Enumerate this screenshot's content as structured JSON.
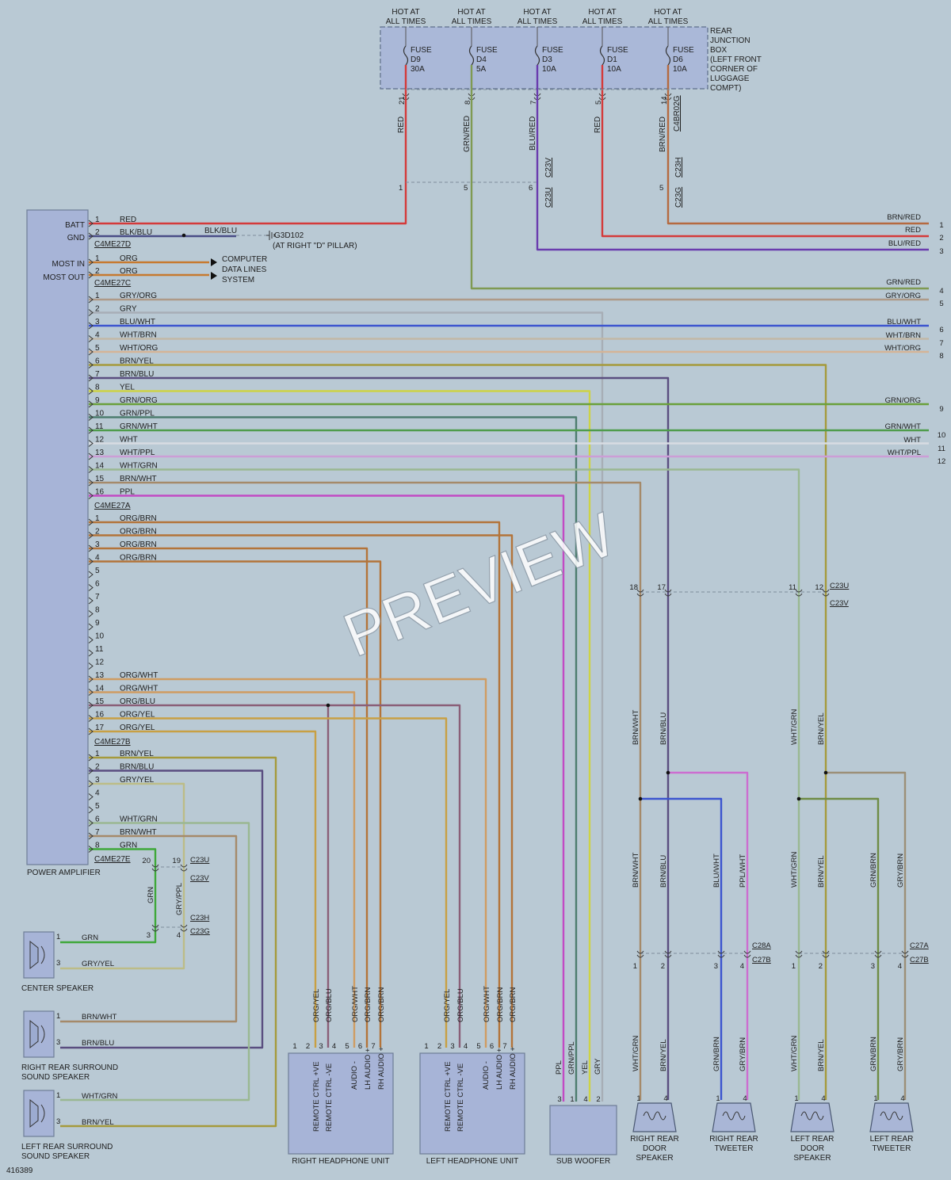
{
  "diagram_id": "416389",
  "colors": {
    "RED": "#d43a3a",
    "GRN/RED": "#7f9a52",
    "BLU/RED": "#6a3cae",
    "BRN/RED": "#b56a40",
    "BLK/BLU": "#4a4c86",
    "ORG": "#c77a30",
    "GRY/ORG": "#ae9a88",
    "GRY": "#a7aeb6",
    "BLU/WHT": "#3c55cf",
    "WHT/BRN": "#c2b8a6",
    "WHT/ORG": "#d4b497",
    "BRN/YEL": "#a59a3c",
    "BRN/BLU": "#5a4e80",
    "YEL": "#cdd346",
    "GRN/ORG": "#6aa03a",
    "GRN/PPL": "#4d7d6e",
    "GRN/WHT": "#4f9c4c",
    "WHT": "#d8dce2",
    "WHT/PPL": "#cc9ed6",
    "WHT/GRN": "#9ab892",
    "BRN/WHT": "#a58a6a",
    "PPL": "#c24ac4",
    "ORG/BRN": "#b3743a",
    "ORG/WHT": "#cf9c62",
    "ORG/BLU": "#8a5f78",
    "ORG/YEL": "#c8a044",
    "ORG/RED": "#b85f3c",
    "GRN": "#3fa83a",
    "GRY/YEL": "#bcbc88",
    "GRN/BRN": "#6f8c45",
    "GRY/BRN": "#9c9078",
    "GRY/PPL": "#a898b4",
    "PPL/WHT": "#cc6ed0"
  },
  "junction_box": {
    "lines": [
      "REAR",
      "JUNCTION",
      "BOX",
      "(LEFT FRONT",
      "CORNER OF",
      "LUGGAGE",
      "COMPT)"
    ],
    "hot_label": [
      "HOT AT",
      "ALL TIMES"
    ],
    "fuses": [
      {
        "label": "FUSE",
        "id": "D9",
        "amp": "30A",
        "pin": "21",
        "wire": "RED",
        "pin2": "1"
      },
      {
        "label": "FUSE",
        "id": "D4",
        "amp": "5A",
        "pin": "8",
        "wire": "GRN/RED",
        "pin2": "5"
      },
      {
        "label": "FUSE",
        "id": "D3",
        "amp": "10A",
        "pin": "7",
        "wire": "BLU/RED",
        "pin2": "6"
      },
      {
        "label": "FUSE",
        "id": "D1",
        "amp": "10A",
        "pin": "5",
        "wire": "RED",
        "pin2": ""
      },
      {
        "label": "FUSE",
        "id": "D6",
        "amp": "10A",
        "pin": "14",
        "wire": "BRN/RED",
        "pin2": "5"
      }
    ],
    "connectors": [
      "C4BR02G",
      "C23V",
      "C23U",
      "C23H",
      "C23G"
    ]
  },
  "amplifier": {
    "name": "POWER AMPLIFIER",
    "side_labels": [
      "BATT",
      "GND",
      "MOST IN",
      "MOST OUT"
    ],
    "connectors": [
      "C4ME27D",
      "C4ME27C",
      "C4ME27A",
      "C4ME27B",
      "C4ME27E"
    ],
    "d_pins": [
      {
        "pin": "1",
        "wire": "RED"
      },
      {
        "pin": "2",
        "wire": "BLK/BLU"
      }
    ],
    "c_pins": [
      {
        "pin": "1",
        "wire": "ORG"
      },
      {
        "pin": "2",
        "wire": "ORG"
      }
    ],
    "a_pins": [
      {
        "pin": "1",
        "wire": "GRY/ORG"
      },
      {
        "pin": "2",
        "wire": "GRY"
      },
      {
        "pin": "3",
        "wire": "BLU/WHT"
      },
      {
        "pin": "4",
        "wire": "WHT/BRN"
      },
      {
        "pin": "5",
        "wire": "WHT/ORG"
      },
      {
        "pin": "6",
        "wire": "BRN/YEL"
      },
      {
        "pin": "7",
        "wire": "BRN/BLU"
      },
      {
        "pin": "8",
        "wire": "YEL"
      },
      {
        "pin": "9",
        "wire": "GRN/ORG"
      },
      {
        "pin": "10",
        "wire": "GRN/PPL"
      },
      {
        "pin": "11",
        "wire": "GRN/WHT"
      },
      {
        "pin": "12",
        "wire": "WHT"
      },
      {
        "pin": "13",
        "wire": "WHT/PPL"
      },
      {
        "pin": "14",
        "wire": "WHT/GRN"
      },
      {
        "pin": "15",
        "wire": "BRN/WHT"
      },
      {
        "pin": "16",
        "wire": "PPL"
      }
    ],
    "b_pins": [
      {
        "pin": "1",
        "wire": "ORG/BRN"
      },
      {
        "pin": "2",
        "wire": "ORG/BRN"
      },
      {
        "pin": "3",
        "wire": "ORG/BRN"
      },
      {
        "pin": "4",
        "wire": "ORG/BRN"
      },
      {
        "pin": "5",
        "wire": ""
      },
      {
        "pin": "6",
        "wire": ""
      },
      {
        "pin": "7",
        "wire": ""
      },
      {
        "pin": "8",
        "wire": ""
      },
      {
        "pin": "9",
        "wire": ""
      },
      {
        "pin": "10",
        "wire": ""
      },
      {
        "pin": "11",
        "wire": ""
      },
      {
        "pin": "12",
        "wire": ""
      },
      {
        "pin": "13",
        "wire": "ORG/WHT"
      },
      {
        "pin": "14",
        "wire": "ORG/WHT"
      },
      {
        "pin": "15",
        "wire": "ORG/BLU"
      },
      {
        "pin": "16",
        "wire": "ORG/YEL"
      },
      {
        "pin": "17",
        "wire": "ORG/YEL"
      }
    ],
    "e_pins": [
      {
        "pin": "1",
        "wire": "BRN/YEL"
      },
      {
        "pin": "2",
        "wire": "BRN/BLU"
      },
      {
        "pin": "3",
        "wire": "GRY/YEL"
      },
      {
        "pin": "4",
        "wire": ""
      },
      {
        "pin": "5",
        "wire": ""
      },
      {
        "pin": "6",
        "wire": "WHT/GRN"
      },
      {
        "pin": "7",
        "wire": "BRN/WHT"
      },
      {
        "pin": "8",
        "wire": "GRN"
      }
    ]
  },
  "ground": {
    "wire": "BLK/BLU",
    "id": "G3D102",
    "location": "(AT RIGHT \"D\" PILLAR)"
  },
  "most": {
    "lines": [
      "COMPUTER",
      "DATA LINES",
      "SYSTEM"
    ]
  },
  "right_edge": [
    {
      "num": "1",
      "wire": "BRN/RED"
    },
    {
      "num": "2",
      "wire": "RED"
    },
    {
      "num": "3",
      "wire": "BLU/RED"
    },
    {
      "num": "4",
      "wire": "GRN/RED"
    },
    {
      "num": "5",
      "wire": "GRY/ORG"
    },
    {
      "num": "6",
      "wire": "BLU/WHT"
    },
    {
      "num": "7",
      "wire": "WHT/BRN"
    },
    {
      "num": "8",
      "wire": "WHT/ORG"
    },
    {
      "num": "9",
      "wire": "GRN/ORG"
    },
    {
      "num": "10",
      "wire": "GRN/WHT"
    },
    {
      "num": "11",
      "wire": "WHT"
    },
    {
      "num": "12",
      "wire": "WHT/PPL"
    }
  ],
  "inline_connectors": {
    "upper_pins": [
      "18",
      "17",
      "11",
      "12"
    ],
    "upper_labels": [
      "C23U",
      "C23V"
    ],
    "left_pins": [
      "20",
      "19",
      "3",
      "4"
    ],
    "left_labels": [
      "C23U",
      "C23V",
      "C23H",
      "C23G"
    ],
    "left_wires": [
      "GRN",
      "GRY/PPL"
    ],
    "door_pins": [
      "1",
      "2",
      "3",
      "4",
      "1",
      "2",
      "3",
      "4"
    ],
    "door_labels": [
      "C28A",
      "C27B",
      "C27A",
      "C27B"
    ]
  },
  "vertical_labels": {
    "upper": [
      "BRN/WHT",
      "BRN/BLU",
      "WHT/GRN",
      "BRN/YEL"
    ],
    "mid": [
      "BRN/WHT",
      "BRN/BLU",
      "BLU/WHT",
      "PPL/WHT",
      "WHT/GRN",
      "BRN/YEL",
      "GRN/BRN",
      "GRY/BRN"
    ],
    "lower": [
      "WHT/GRN",
      "BRN/YEL",
      "GRN/BRN",
      "GRY/BRN",
      "WHT/GRN",
      "BRN/YEL",
      "GRN/BRN",
      "GRY/BRN"
    ]
  },
  "speakers": {
    "center": {
      "name": "CENTER SPEAKER",
      "pins": [
        {
          "pin": "1",
          "wire": "GRN"
        },
        {
          "pin": "3",
          "wire": "GRY/YEL"
        }
      ]
    },
    "right_surround": {
      "name": [
        "RIGHT REAR SURROUND",
        "SOUND SPEAKER"
      ],
      "pins": [
        {
          "pin": "1",
          "wire": "BRN/WHT"
        },
        {
          "pin": "3",
          "wire": "BRN/BLU"
        }
      ]
    },
    "left_surround": {
      "name": [
        "LEFT REAR SURROUND",
        "SOUND SPEAKER"
      ],
      "pins": [
        {
          "pin": "1",
          "wire": "WHT/GRN"
        },
        {
          "pin": "3",
          "wire": "BRN/YEL"
        }
      ]
    },
    "right_door": {
      "name": [
        "RIGHT REAR",
        "DOOR",
        "SPEAKER"
      ],
      "pins": [
        "1",
        "4"
      ]
    },
    "right_tweeter": {
      "name": [
        "RIGHT REAR",
        "TWEETER"
      ],
      "pins": [
        "1",
        "4"
      ]
    },
    "left_door": {
      "name": [
        "LEFT REAR",
        "DOOR",
        "SPEAKER"
      ],
      "pins": [
        "1",
        "4"
      ]
    },
    "left_tweeter": {
      "name": [
        "LEFT REAR",
        "TWEETER"
      ],
      "pins": [
        "1",
        "4"
      ]
    }
  },
  "headphone_units": {
    "right": {
      "name": "RIGHT HEADPHONE UNIT",
      "pins": [
        "1",
        "2",
        "3",
        "4",
        "5",
        "6",
        "7"
      ],
      "wires": [
        "ORG/YEL",
        "ORG/BLU",
        "ORG/WHT",
        "ORG/BRN",
        "ORG/BRN"
      ],
      "functions": [
        "REMOTE CTRL +VE",
        "REMOTE CTRL -VE",
        "AUDIO -",
        "LH AUDIO +",
        "RH AUDIO +"
      ]
    },
    "left": {
      "name": "LEFT HEADPHONE UNIT",
      "pins": [
        "1",
        "2",
        "3",
        "4",
        "5",
        "6",
        "7"
      ],
      "wires": [
        "ORG/YEL",
        "ORG/BLU",
        "ORG/WHT",
        "ORG/BRN",
        "ORG/BRN"
      ],
      "functions": [
        "REMOTE CTRL +VE",
        "REMOTE CTRL -VE",
        "AUDIO -",
        "LH AUDIO +",
        "RH AUDIO +"
      ]
    }
  },
  "subwoofer": {
    "name": "SUB WOOFER",
    "pins": [
      "3",
      "1",
      "4",
      "2"
    ],
    "wires": [
      "PPL",
      "GRN/PPL",
      "YEL",
      "GRY"
    ]
  },
  "watermark": "PREVIEW"
}
